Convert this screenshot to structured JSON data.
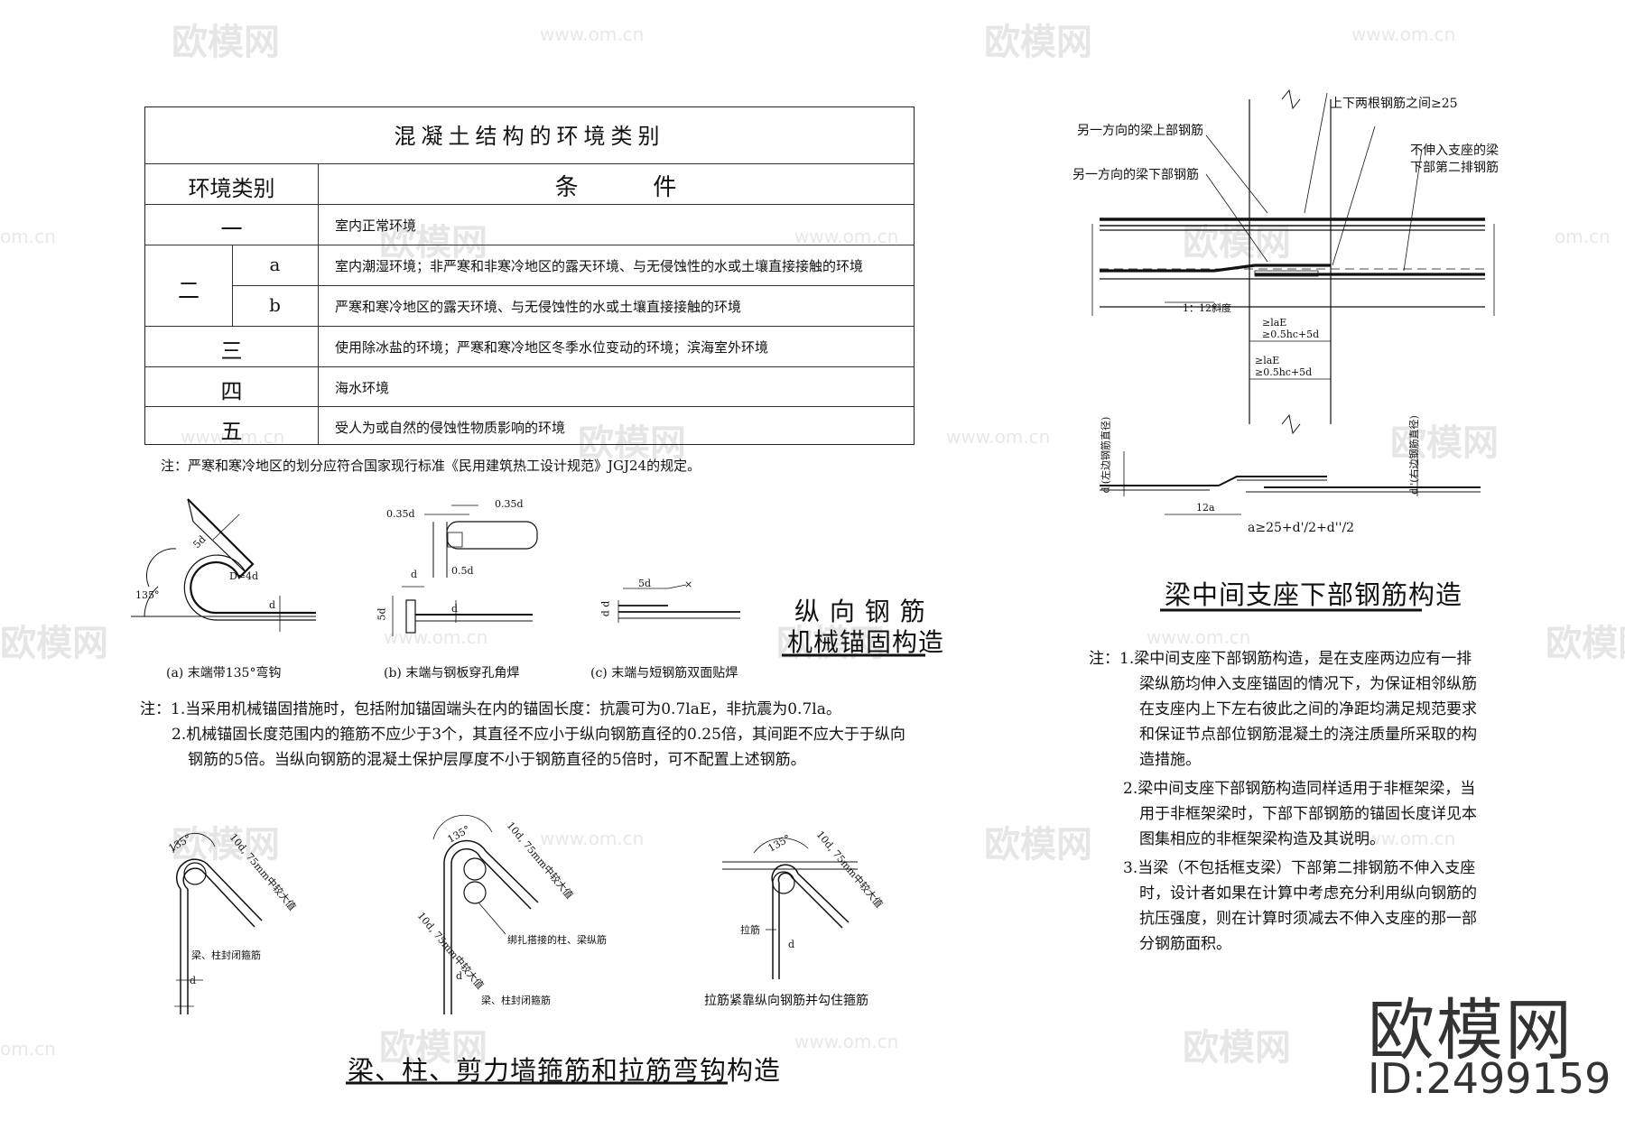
{
  "watermark": {
    "brand": "欧模网",
    "url": "www.om.cn",
    "partial_url": "om.cn",
    "logo_big": "欧模网",
    "id_text": "ID:2499159"
  },
  "env_table": {
    "title": "混凝土结构的环境类别",
    "col_env": "环境类别",
    "col_cond": "条          件",
    "rows": [
      {
        "cat": "一",
        "sub": "",
        "cond": "室内正常环境"
      },
      {
        "cat": "二",
        "sub": "a",
        "cond": "室内潮湿环境；非严寒和非寒冷地区的露天环境、与无侵蚀性的水或土壤直接接触的环境"
      },
      {
        "cat": "",
        "sub": "b",
        "cond": "严寒和寒冷地区的露天环境、与无侵蚀性的水或土壤直接接触的环境"
      },
      {
        "cat": "三",
        "sub": "",
        "cond": "使用除冰盐的环境；严寒和寒冷地区冬季水位变动的环境；滨海室外环境"
      },
      {
        "cat": "四",
        "sub": "",
        "cond": "海水环境"
      },
      {
        "cat": "五",
        "sub": "",
        "cond": "受人为或自然的侵蚀性物质影响的环境"
      }
    ],
    "note": "注：严寒和寒冷地区的划分应符合国家现行标准《民用建筑热工设计规范》JGJ24的规定。"
  },
  "anchor_block": {
    "title_line1": "纵 向 钢 筋",
    "title_line2": "机械锚固构造",
    "caption_a": "(a) 末端带135°弯钩",
    "caption_b": "(b) 末端与钢板穿孔角焊",
    "caption_c": "(c) 末端与短钢筋双面贴焊",
    "labels": {
      "a_5d": "5d",
      "a_D": "D=4d",
      "a_135": "135°",
      "a_d": "d",
      "b_035a": "0.35d",
      "b_035b": "0.35d",
      "b_05d": "0.5d",
      "b_d1": "d",
      "b_d2": "d",
      "b_5d": "5d",
      "c_5d": "5d",
      "c_dd": "d d",
      "c_x": "×"
    },
    "notes": [
      "注：1.当采用机械锚固措施时，包括附加锚固端头在内的锚固长度：抗震可为0.7laE，非抗震为0.7la。",
      "2.机械锚固长度范围内的箍筋不应少于3个，其直径不应小于纵向钢筋直径的0.25倍，其间距不应大于于纵向",
      "钢筋的5倍。当纵向钢筋的混凝土保护层厚度不小于钢筋直径的5倍时，可不配置上述钢筋。"
    ]
  },
  "hook_block": {
    "title": "梁、柱、剪力墙箍筋和拉筋弯钩构造",
    "labels": {
      "h1_135": "135°",
      "h1_len": "10d, 75mm中较大值",
      "h1_stirrup": "梁、柱封闭箍筋",
      "h1_d": "d",
      "h2_135": "135°",
      "h2_len": "10d, 75mm中较大值",
      "h2_len2": "10d, 75mm中较大值",
      "h2_bind": "绑扎搭接的柱、梁纵筋",
      "h2_stirrup": "梁、柱封闭箍筋",
      "h2_d": "d",
      "h3_135": "135°",
      "h3_len": "10d, 75mm中较大值",
      "h3_tie": "拉筋",
      "h3_d": "d",
      "h3_caption": "拉筋紧靠纵向钢筋并勾住箍筋"
    }
  },
  "beam_block": {
    "title": "梁中间支座下部钢筋构造",
    "labels": {
      "spacing": "上下两根钢筋之间≥25",
      "other_top": "另一方向的梁上部钢筋",
      "other_bottom": "另一方向的梁下部钢筋",
      "no_extend_1": "不伸入支座的梁",
      "no_extend_2": "下部第二排钢筋",
      "slope": "1：12斜度",
      "la1": "≥laE",
      "la1b": "≥0.5hc+5d",
      "la2": "≥laE",
      "la2b": "≥0.5hc+5d",
      "left_bar": "d'(左边钢筋直径)",
      "right_bar": "d''(右边钢筋直径)",
      "len12a": "12a",
      "formula": "a≥25+d'/2+d''/2"
    },
    "notes": [
      "注：1.梁中间支座下部钢筋构造，是在支座两边应有一排",
      "梁纵筋均伸入支座锚固的情况下，为保证相邻纵筋",
      "在支座内上下左右彼此之间的净距均满足规范要求",
      "和保证节点部位钢筋混凝土的浇注质量所采取的构",
      "造措施。",
      "2.梁中间支座下部钢筋构造同样适用于非框架梁，当",
      "用于非框架梁时，下部下部钢筋的锚固长度详见本",
      "图集相应的非框架梁构造及其说明。",
      "3.当梁（不包括框支梁）下部第二排钢筋不伸入支座",
      "时，设计者如果在计算中考虑充分利用纵向钢筋的",
      "抗压强度，则在计算时须减去不伸入支座的那一部",
      "分钢筋面积。"
    ]
  }
}
